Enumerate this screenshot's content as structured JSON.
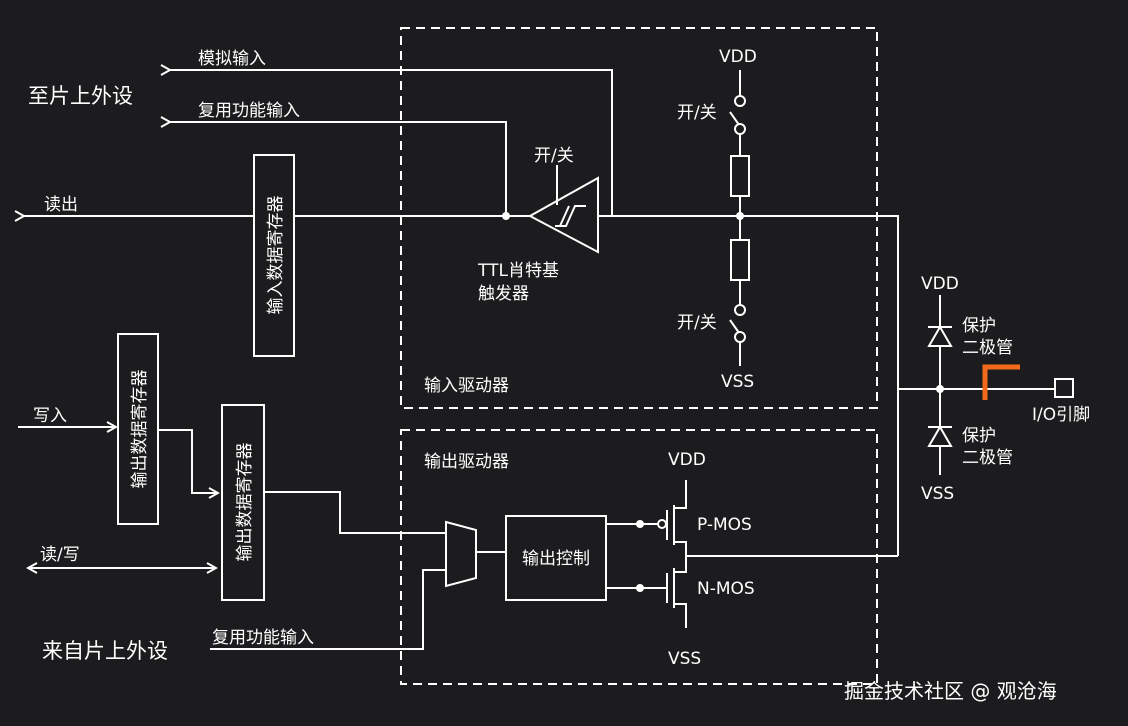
{
  "labels": {
    "analog_input": "模拟输入",
    "to_onchip_peripheral": "至片上外设",
    "alt_func_input_top": "复用功能输入",
    "read_out": "读出",
    "input_data_register": "输入数据寄存器",
    "switch_top_schmitt": "开/关",
    "ttl_schmitt_line1": "TTL肖特基",
    "ttl_schmitt_line2": "触发器",
    "vdd_pullup": "VDD",
    "switch_pullup": "开/关",
    "switch_pulldown": "开/关",
    "vss_pulldown": "VSS",
    "input_driver": "输入驱动器",
    "vdd_diode": "VDD",
    "protect_diode_top_1": "保护",
    "protect_diode_top_2": "二极管",
    "io_pin": "I/O引脚",
    "protect_diode_bot_1": "保护",
    "protect_diode_bot_2": "二极管",
    "vss_diode": "VSS",
    "write_in": "写入",
    "output_data_register_1": "输出数据寄存器",
    "output_data_register_2": "输出数据寄存器",
    "read_write": "读/写",
    "output_driver": "输出驱动器",
    "output_control": "输出控制",
    "vdd_mos": "VDD",
    "pmos": "P-MOS",
    "nmos": "N-MOS",
    "vss_mos": "VSS",
    "from_onchip_peripheral": "来自片上外设",
    "alt_func_input_bottom": "复用功能输入"
  },
  "watermark": "掘金技术社区 @ 观沧海",
  "colors": {
    "background": "#1c1c1e",
    "line": "#ffffff",
    "accent": "#f26a1b"
  }
}
